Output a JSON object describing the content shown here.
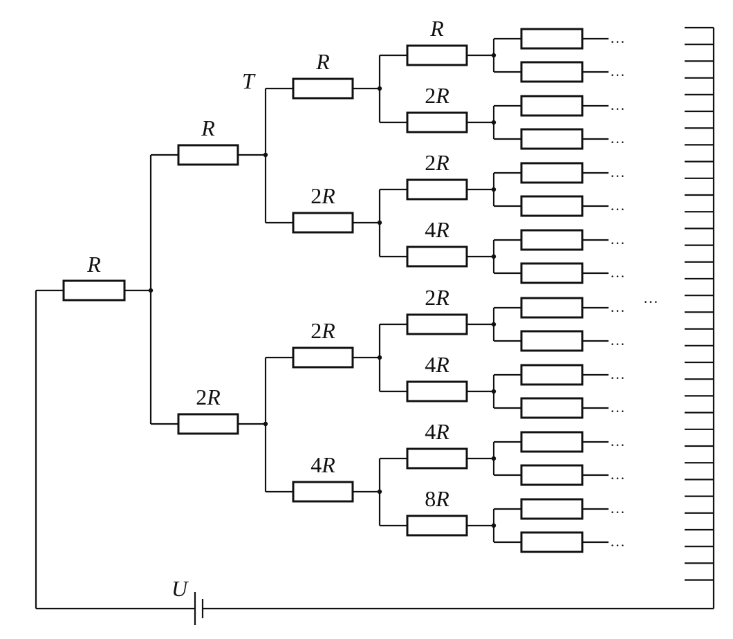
{
  "diagram": {
    "root_resistor": "R",
    "level1": [
      "R",
      "2R"
    ],
    "level2": [
      "R",
      "2R",
      "2R",
      "4R"
    ],
    "level3": [
      "R",
      "2R",
      "2R",
      "4R",
      "2R",
      "4R",
      "4R",
      "8R"
    ],
    "node_label": "T",
    "source_label": "U",
    "ellipsis": "…",
    "middle_ellipsis": "…",
    "leaf_resistor_count": 16
  },
  "colors": {
    "line": "#111111",
    "background": "#ffffff"
  }
}
